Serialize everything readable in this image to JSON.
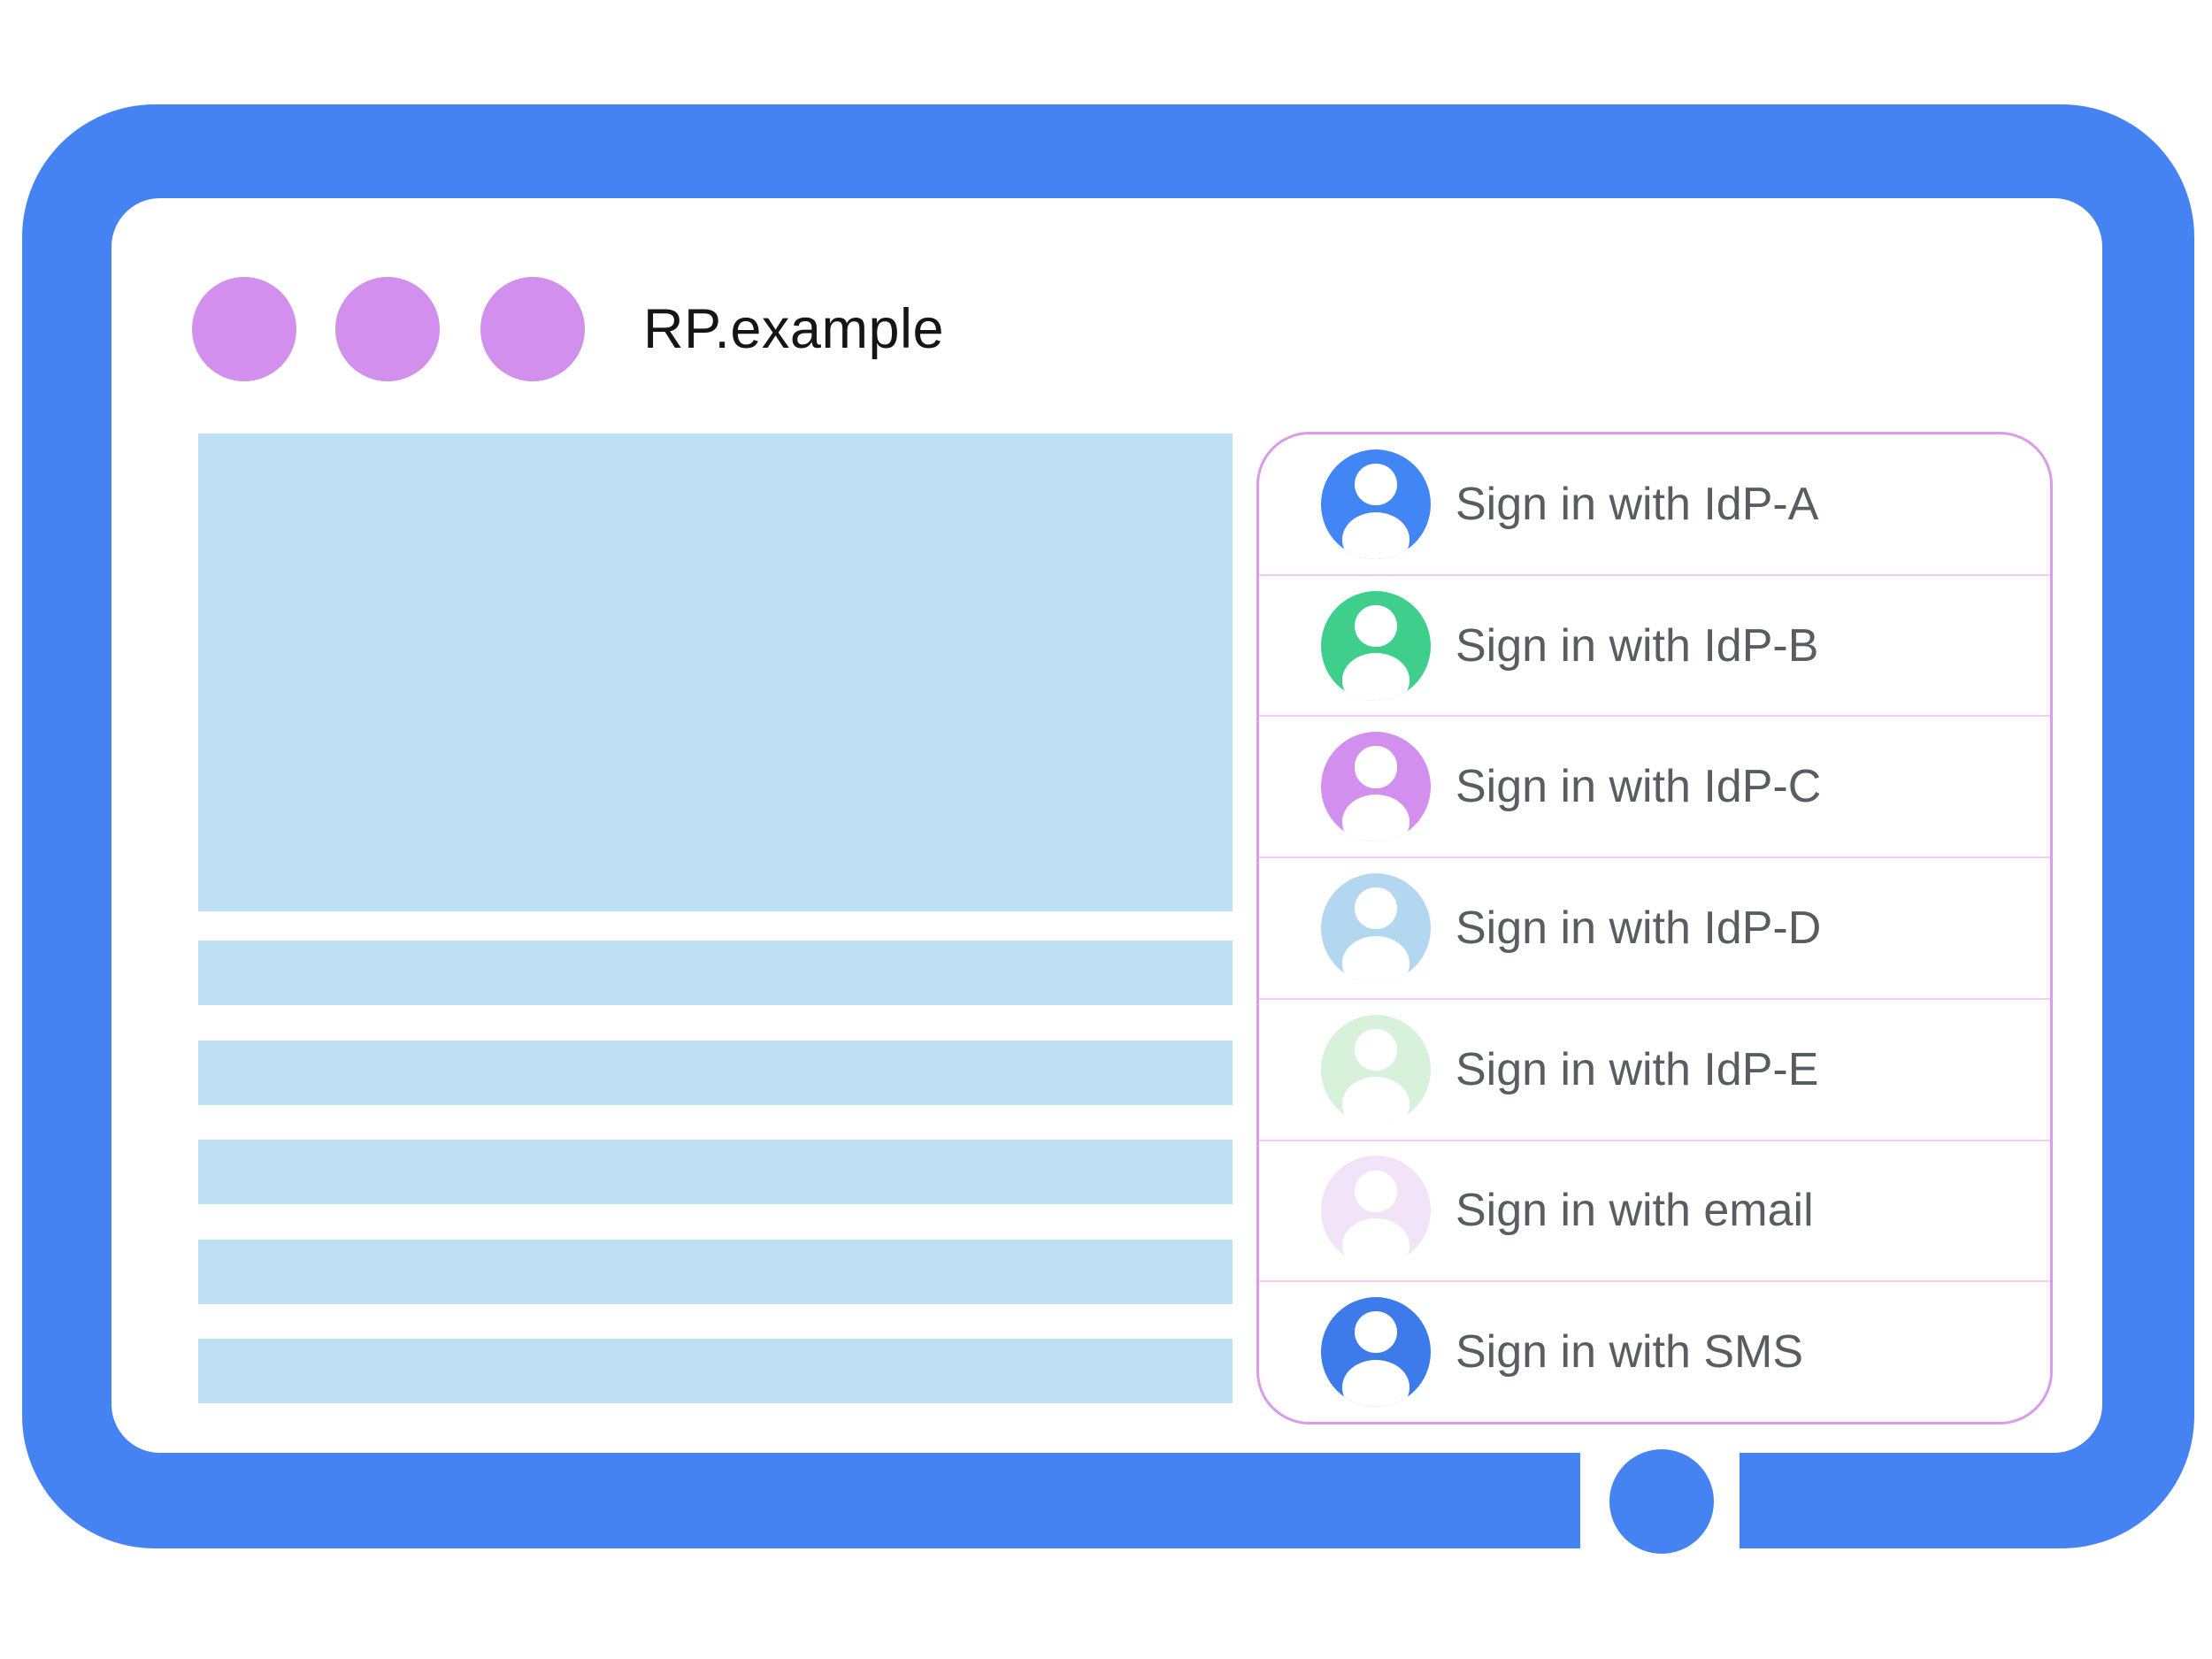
{
  "window": {
    "title": "RP.example",
    "window_controls": {
      "count": 3,
      "color": "#D28FEE"
    }
  },
  "frame": {
    "color": "#4583F2",
    "home_button_color": "#4583F2"
  },
  "content_placeholders": {
    "hero_block_color": "#BFE0F4",
    "text_bar_count": 5,
    "text_bar_color": "#BFE0F4"
  },
  "signin_panel": {
    "border_color": "#DA9BEB",
    "divider_color": "#F0CCF4",
    "label_color": "#595C60",
    "items": [
      {
        "label": "Sign in with IdP-A",
        "icon": "person-icon",
        "avatar_color": "#4285F4"
      },
      {
        "label": "Sign in with IdP-B",
        "icon": "person-icon",
        "avatar_color": "#40CE8D"
      },
      {
        "label": "Sign in with IdP-C",
        "icon": "person-icon",
        "avatar_color": "#D28FEE"
      },
      {
        "label": "Sign in with IdP-D",
        "icon": "person-icon",
        "avatar_color": "#B4D7F1"
      },
      {
        "label": "Sign in with IdP-E",
        "icon": "person-icon",
        "avatar_color": "#D8F1DB"
      },
      {
        "label": "Sign in with email",
        "icon": "person-icon",
        "avatar_color": "#F2E4F8"
      },
      {
        "label": "Sign in with SMS",
        "icon": "person-icon",
        "avatar_color": "#3D7BEA"
      }
    ]
  }
}
